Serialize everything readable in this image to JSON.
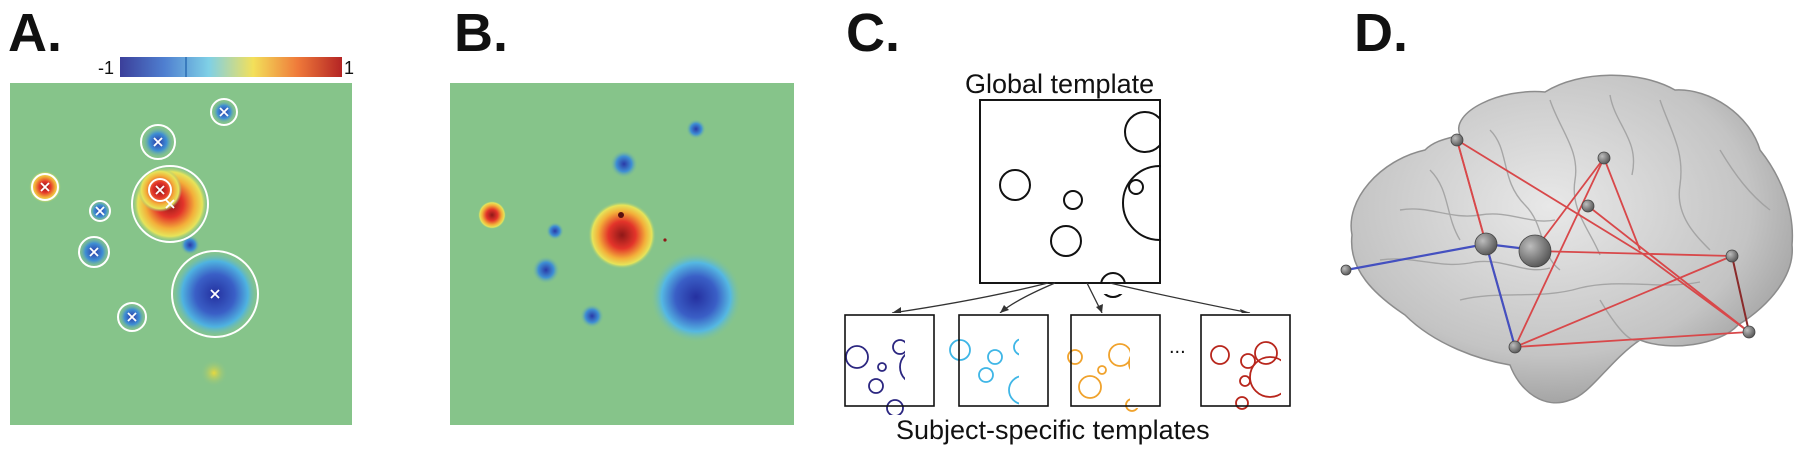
{
  "panels": {
    "a": {
      "letter": "A.",
      "colorbar_min": "-1",
      "colorbar_max": "1"
    },
    "b": {
      "letter": "B."
    },
    "c": {
      "letter": "C.",
      "global_title": "Global template",
      "subject_caption": "Subject-specific templates",
      "ellipsis": "..."
    },
    "d": {
      "letter": "D."
    }
  },
  "colors": {
    "map_background": "#86c48a",
    "colorbar_stops": [
      "#3b3f9a",
      "#4f7fd0",
      "#7fd0e6",
      "#f3e05a",
      "#ef7a3a",
      "#b42424"
    ],
    "subject_template_colors": [
      "#2b2680",
      "#3fb6e6",
      "#f0a22c",
      "#b8261c"
    ],
    "brain_edge_red": "#d8484a",
    "brain_edge_blue": "#4450c0"
  }
}
